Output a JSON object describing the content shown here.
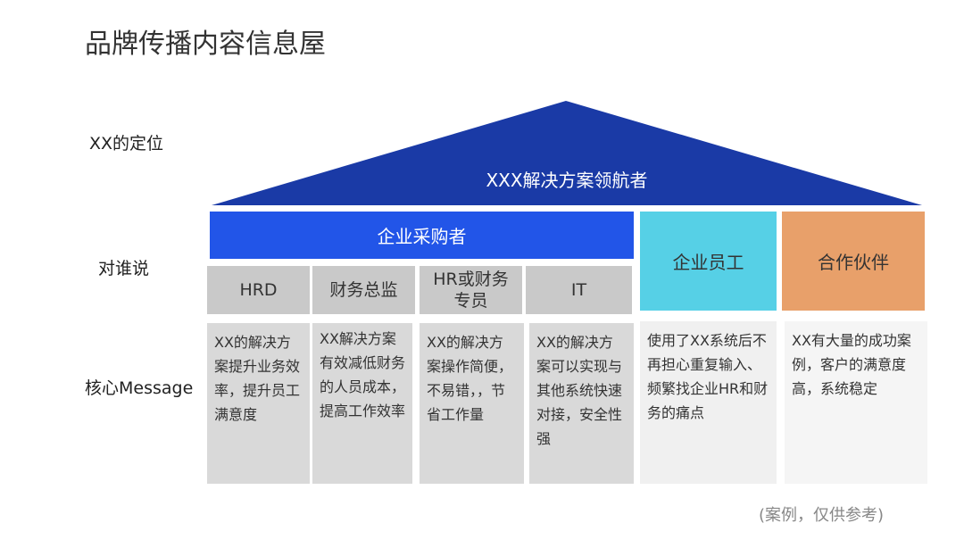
{
  "title": "品牌传播内容信息屋",
  "row_labels": {
    "positioning": "XX的定位",
    "audience": "对谁说",
    "message": "核心Message"
  },
  "roof": {
    "text": "XXX解决方案领航者",
    "color": "#1a3aa6"
  },
  "audiences": {
    "enterprise_buyer": {
      "label": "企业采购者",
      "color": "#2255e8"
    },
    "employee": {
      "label": "企业员工",
      "color": "#56d0e6"
    },
    "partner": {
      "label": "合作伙伴",
      "color": "#e8a06a"
    }
  },
  "roles": [
    "HRD",
    "财务总监",
    "HR或财务专员",
    "IT"
  ],
  "messages": [
    "XX的解决方案提升业务效率，提升员工满意度",
    "XX解决方案有效减低财务的人员成本，提高工作效率",
    "XX的解决方案操作简便，不易错，，节省工作量",
    "XX的解决方案可以实现与其他系统快速对接，安全性强",
    "使用了XX系统后不再担心重复输入、频繁找企业HR和财务的痛点",
    "XX有大量的成功案例，客户的满意度高，系统稳定"
  ],
  "footnote": "(案例，仅供参考)"
}
